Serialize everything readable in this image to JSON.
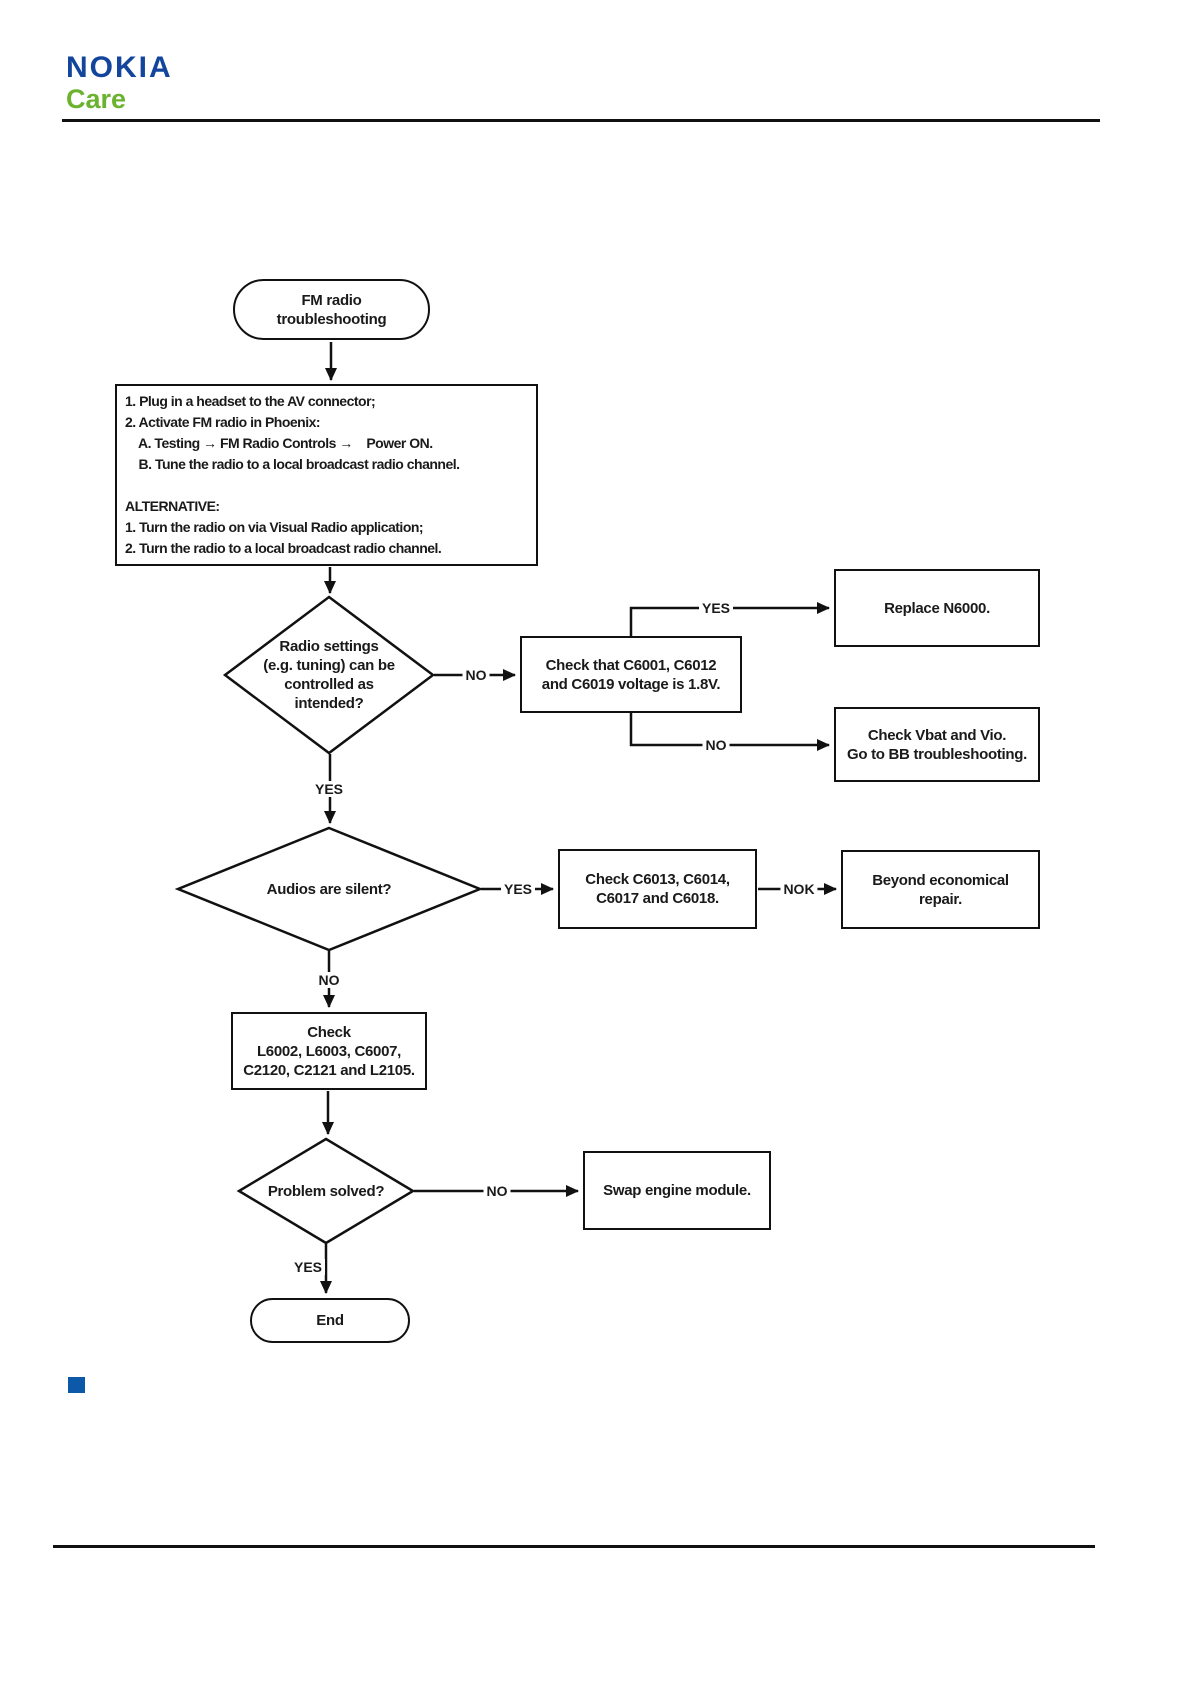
{
  "header": {
    "brand_primary": "NOKIA",
    "brand_secondary": "Care",
    "brand_primary_color": "#13459c",
    "brand_secondary_color": "#6bb32e"
  },
  "flowchart": {
    "start": "FM radio\ntroubleshooting",
    "instructions": "1. Plug in a headset to the AV connector;\n2. Activate FM radio in Phoenix:\n    A. Testing → FM Radio Controls →    Power ON.\n    B. Tune the radio to a local broadcast radio channel.\n\nALTERNATIVE:\n1. Turn the radio on via Visual Radio application;\n2. Turn the radio to a local broadcast radio channel.",
    "decision_radio_settings": "Radio settings\n(e.g. tuning) can be\ncontrolled as\nintended?",
    "check_voltage": "Check that C6001, C6012\nand C6019 voltage is 1.8V.",
    "replace_n6000": "Replace N6000.",
    "check_vbat": "Check Vbat and Vio.\nGo to BB troubleshooting.",
    "decision_audios_silent": "Audios are silent?",
    "check_audio_caps": "Check C6013, C6014,\nC6017 and C6018.",
    "beyond_repair": "Beyond economical\nrepair.",
    "check_coils": "Check\nL6002, L6003, C6007,\nC2120, C2121 and L2105.",
    "decision_problem_solved": "Problem solved?",
    "swap_engine": "Swap engine module.",
    "end": "End",
    "edge_labels": {
      "radio_settings_no": "NO",
      "voltage_yes": "YES",
      "voltage_no": "NO",
      "radio_settings_yes": "YES",
      "audios_yes": "YES",
      "audio_caps_nok": "NOK",
      "audios_no": "NO",
      "problem_solved_no": "NO",
      "problem_solved_yes": "YES"
    },
    "line_color": "#111111",
    "bullet_color": "#0c59aa"
  }
}
